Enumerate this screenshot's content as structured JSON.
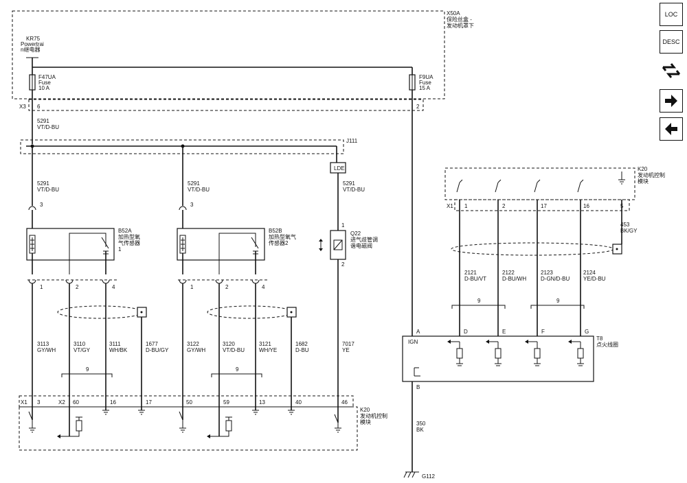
{
  "fusebox": {
    "id": "X50A",
    "name": "保险丝盒 -",
    "name2": "发动机罩下"
  },
  "relay": {
    "id": "KR75",
    "name": "Powertrai",
    "name2": "n继电器"
  },
  "fuse1": {
    "id": "F47UA",
    "type": "Fuse",
    "rating": "10 A"
  },
  "fuse2": {
    "id": "F9UA",
    "type": "Fuse",
    "rating": "15 A"
  },
  "x3": {
    "conn": "X3",
    "pin_a": "6",
    "pin_b": "2"
  },
  "splice": {
    "id": "J111"
  },
  "lde": "LDE",
  "wires": [
    {
      "circuit": "5291",
      "color": "VT/D-BU"
    },
    {
      "circuit": "5291",
      "color": "VT/D-BU"
    },
    {
      "circuit": "5291",
      "color": "VT/D-BU"
    },
    {
      "circuit": "5291",
      "color": "VT/D-BU"
    },
    {
      "circuit": "3113",
      "color": "GY/WH"
    },
    {
      "circuit": "3110",
      "color": "VT/GY"
    },
    {
      "circuit": "3111",
      "color": "WH/BK"
    },
    {
      "circuit": "1677",
      "color": "D-BU/GY"
    },
    {
      "circuit": "3122",
      "color": "GY/WH"
    },
    {
      "circuit": "3120",
      "color": "VT/D-BU"
    },
    {
      "circuit": "3121",
      "color": "WH/YE"
    },
    {
      "circuit": "1682",
      "color": "D-BU"
    },
    {
      "circuit": "7017",
      "color": "YE"
    },
    {
      "circuit": "2121",
      "color": "D-BU/VT"
    },
    {
      "circuit": "2122",
      "color": "D-BU/WH"
    },
    {
      "circuit": "2123",
      "color": "D-GN/D-BU"
    },
    {
      "circuit": "2124",
      "color": "YE/D-BU"
    },
    {
      "circuit": "453",
      "color": "BK/GY"
    },
    {
      "circuit": "350",
      "color": "BK"
    }
  ],
  "sensor1": {
    "id": "B52A",
    "name": "加热型氧",
    "name2": "气传感器",
    "name3": "1",
    "pin_top": "3",
    "pin1": "1",
    "pin2": "2",
    "pin4": "4"
  },
  "sensor2": {
    "id": "B52B",
    "name": "加热型氧气",
    "name2": "传感器2",
    "pin_top": "3",
    "pin1": "1",
    "pin2": "2",
    "pin4": "4"
  },
  "valve": {
    "id": "Q22",
    "name": "进气歧管调",
    "name2": "谐电磁阀",
    "pin1": "1",
    "pin2": "2"
  },
  "twist_label": "9",
  "k20_bottom": {
    "id": "K20",
    "name": "发动机控制",
    "name2": "模块",
    "x1": "X1",
    "x2": "X2",
    "pins": [
      "3",
      "60",
      "16",
      "17",
      "50",
      "59",
      "13",
      "40",
      "46"
    ]
  },
  "k20_top": {
    "id": "K20",
    "name": "发动机控制",
    "name2": "模块",
    "x1": "X1",
    "pins": [
      "1",
      "2",
      "17",
      "16",
      "5"
    ]
  },
  "coil": {
    "id": "T8",
    "name": "点火线圈",
    "ign": "IGN",
    "pins": [
      "A",
      "D",
      "E",
      "F",
      "G",
      "B"
    ]
  },
  "ground": {
    "id": "G112"
  },
  "side_buttons": [
    {
      "label": "LOC",
      "icon": "loc-icon"
    },
    {
      "label": "DESC",
      "icon": "desc-icon"
    },
    {
      "label": "",
      "icon": "swap-arrows-icon"
    },
    {
      "label": "",
      "icon": "arrow-right-icon"
    },
    {
      "label": "",
      "icon": "arrow-left-icon"
    }
  ]
}
